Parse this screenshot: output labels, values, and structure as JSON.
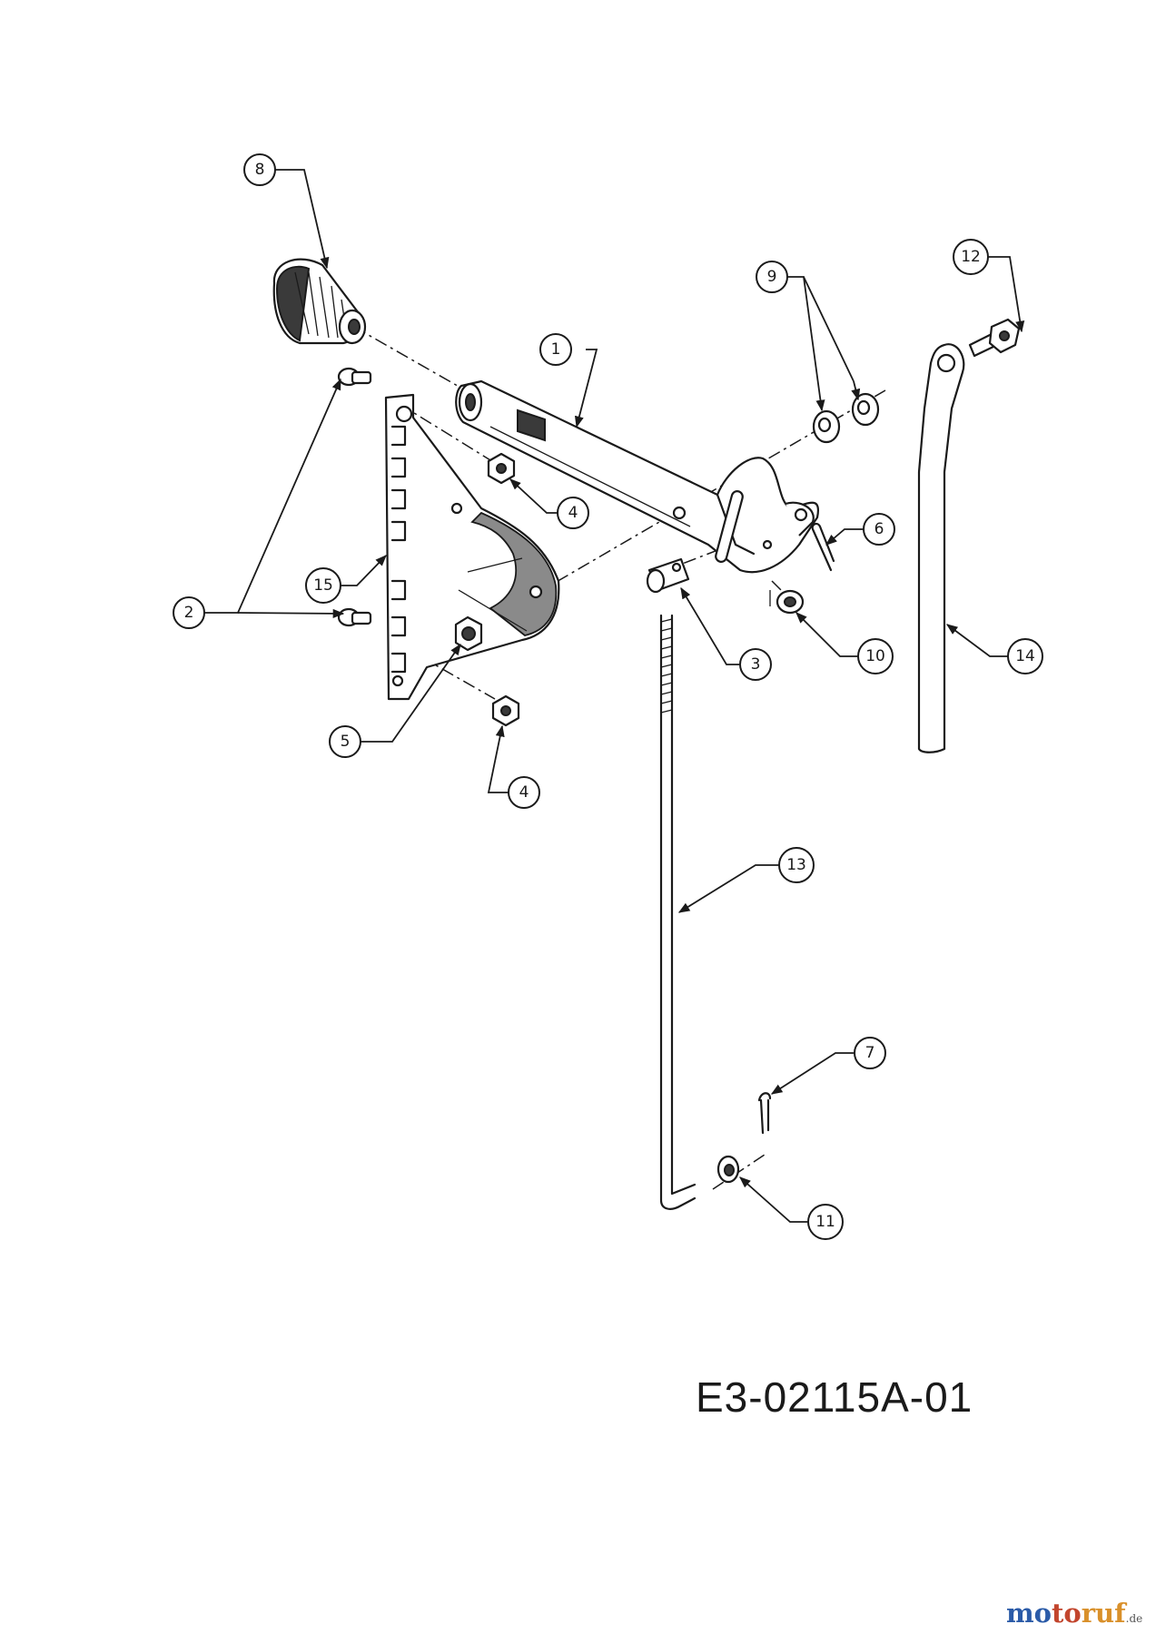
{
  "drawing_code": "E3-02115A-01",
  "watermark": {
    "segments": [
      {
        "text": "mo",
        "color": "#2b5ba8"
      },
      {
        "text": "to",
        "color": "#c2452d"
      },
      {
        "text": "ruf",
        "color": "#d9902a"
      }
    ],
    "suffix": ".de"
  },
  "callouts": [
    {
      "id": "1",
      "label": "1"
    },
    {
      "id": "2",
      "label": "2"
    },
    {
      "id": "3",
      "label": "3"
    },
    {
      "id": "4a",
      "label": "4"
    },
    {
      "id": "4b",
      "label": "4"
    },
    {
      "id": "5",
      "label": "5"
    },
    {
      "id": "6",
      "label": "6"
    },
    {
      "id": "7",
      "label": "7"
    },
    {
      "id": "8",
      "label": "8"
    },
    {
      "id": "9",
      "label": "9"
    },
    {
      "id": "10",
      "label": "10"
    },
    {
      "id": "11",
      "label": "11"
    },
    {
      "id": "12",
      "label": "12"
    },
    {
      "id": "13",
      "label": "13"
    },
    {
      "id": "14",
      "label": "14"
    },
    {
      "id": "15",
      "label": "15"
    }
  ]
}
